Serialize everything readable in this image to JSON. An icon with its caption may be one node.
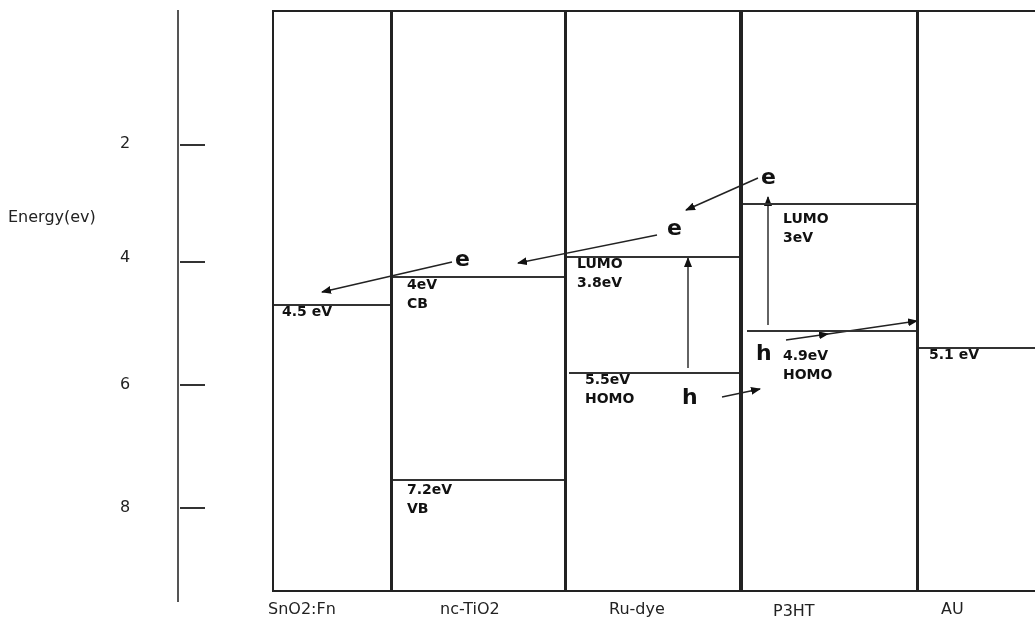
{
  "diagram": {
    "nodes": [
      {
        "text": [
          "4.5 eV",
          "SnO2:Fn"
        ]
      },
      {
        "text": [
          "4eV CB",
          "7.2eV VB",
          "nc-TiO2"
        ]
      },
      {
        "text": [
          "LUMO 3.8eV",
          "5.5eV HOMO",
          "Ru-dye"
        ]
      },
      {
        "text": [
          "LUMO 3eV",
          "4.9eV HOMO",
          "P3HT"
        ]
      },
      {
        "text": [
          "5.1 eV",
          "AU"
        ]
      },
      {
        "text": [
          "e"
        ],
        "in": 1
      },
      {
        "text": [
          "e"
        ],
        "in": 2
      },
      {
        "text": [
          "e"
        ],
        "in": 3
      },
      {
        "text": [
          "h"
        ],
        "in": 2
      },
      {
        "text": [
          "h"
        ],
        "in": 3
      }
    ],
    "edges": [
      {
        "from": 6,
        "to": 5,
        "arrow": "to"
      },
      {
        "from": 5,
        "to": 0,
        "arrow": "to"
      },
      {
        "from": 7,
        "to": 6,
        "arrow": "to"
      },
      {
        "from": 8,
        "to": 6,
        "arrow": "to"
      },
      {
        "from": 9,
        "to": 7,
        "arrow": "to"
      },
      {
        "from": 8,
        "to": 9,
        "arrow": "to"
      },
      {
        "from": 9,
        "to": 4,
        "arrow": "to"
      }
    ],
    "labels": [
      "2",
      "Energy(ev)",
      "4",
      "6",
      "8"
    ]
  }
}
